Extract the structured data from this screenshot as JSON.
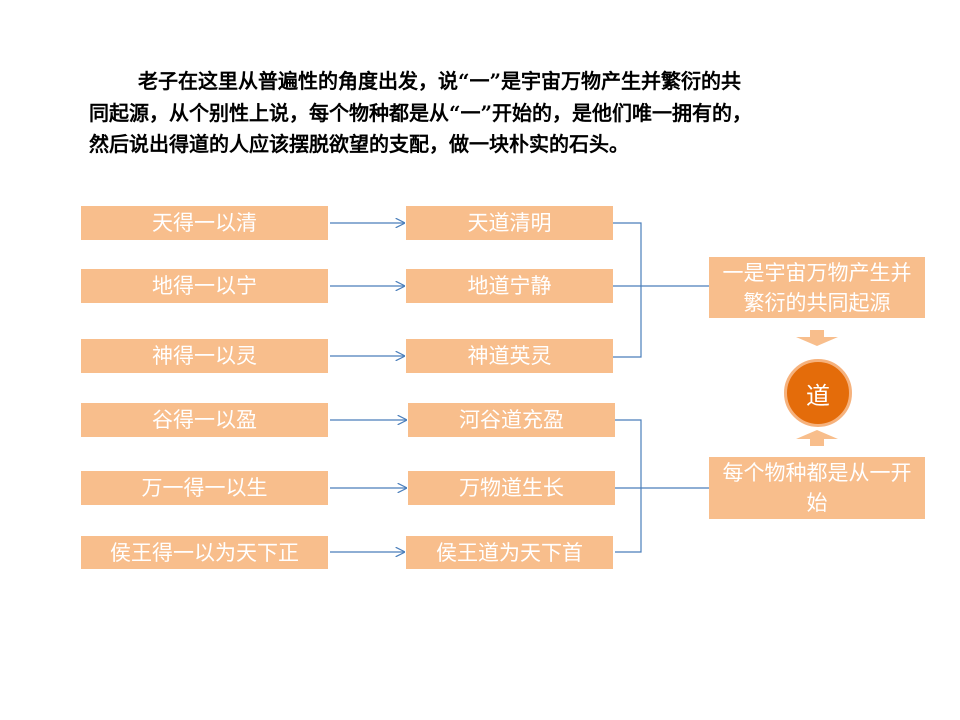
{
  "paragraph": {
    "lines": [
      "老子在这里从普遍性的角度出发，说“一”是宇宙万物产生并繁衍的共",
      "同起源，从个别性上说，每个物种都是从“一”开始的，是他们唯一拥有的，",
      "然后说出得道的人应该摆脱欲望的支配，做一块朴实的石头。"
    ]
  },
  "left_boxes": [
    "天得一以清",
    "地得一以宁",
    "神得一以灵",
    "谷得一以盈",
    "万一得一以生",
    "侯王得一以为天下正"
  ],
  "mid_boxes": [
    "天道清明",
    "地道宁静",
    "神道英灵",
    "河谷道充盈",
    "万物道生长",
    "侯王道为天下首"
  ],
  "right_boxes": [
    "一是宇宙万物产生并繁衍的共同起源",
    "每个物种都是从一开始"
  ],
  "center": "道",
  "colors": {
    "box": "#F8BE8C",
    "circle": "#E46C0A",
    "line": "#4A7EBB"
  }
}
